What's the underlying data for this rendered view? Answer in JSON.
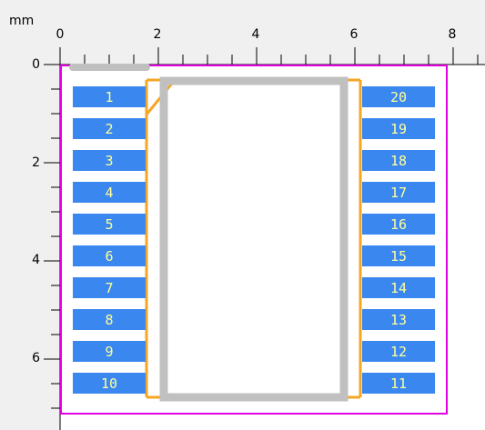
{
  "units_label": "mm",
  "colors": {
    "page_bg": "#f0f0f0",
    "canvas_bg": "#ffffff",
    "ruler_line": "#000000",
    "board_outline": "#e000e0",
    "pad": "#3a87f0",
    "pad_text": "#ffff99",
    "silkscreen": "#c0c0c0",
    "courtyard": "#f5a623"
  },
  "rulers": {
    "x_labels": [
      "0",
      "2",
      "4",
      "6",
      "8"
    ],
    "y_labels": [
      "0",
      "2",
      "4",
      "6"
    ]
  },
  "pads": {
    "left": [
      "1",
      "2",
      "3",
      "4",
      "5",
      "6",
      "7",
      "8",
      "9",
      "10"
    ],
    "right": [
      "20",
      "19",
      "18",
      "17",
      "16",
      "15",
      "14",
      "13",
      "12",
      "11"
    ]
  }
}
